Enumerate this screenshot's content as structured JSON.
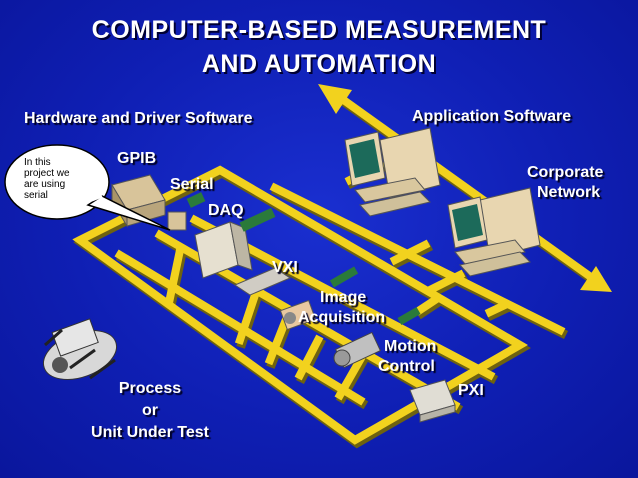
{
  "title": {
    "line1": "COMPUTER-BASED MEASUREMENT",
    "line2": "AND AUTOMATION"
  },
  "labels": {
    "hardware": "Hardware and Driver Software",
    "application": "Application Software",
    "corporate_line1": "Corporate",
    "corporate_line2": "Network",
    "gpib": "GPIB",
    "serial": "Serial",
    "daq": "DAQ",
    "vxi": "VXI",
    "image_line1": "Image",
    "image_line2": "Acquisition",
    "motion_line1": "Motion",
    "motion_line2": "Control",
    "pxi": "PXI",
    "process_line1": "Process",
    "process_line2": "or",
    "process_line3": "Unit Under Test"
  },
  "callout": {
    "line1": "In this",
    "line2": "project we",
    "line3": "are using",
    "line4": "serial"
  },
  "colors": {
    "background": "#0f1fb4",
    "bus": "#f2d21e",
    "bus_shadow": "#8a7a10",
    "text": "#ffffff"
  }
}
